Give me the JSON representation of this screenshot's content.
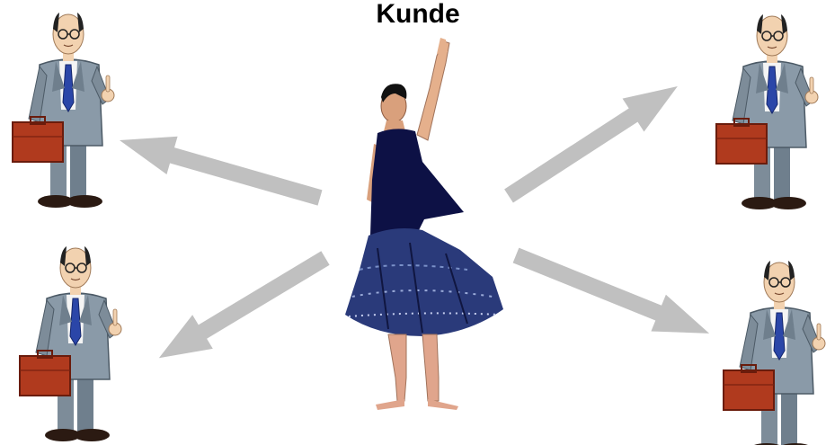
{
  "diagram": {
    "title": "Kunde",
    "colors": {
      "background": "#ffffff",
      "arrow": "#c0c0c0",
      "suit": "#8a9aa8",
      "suit_shadow": "#6f7f8d",
      "tie": "#2b46a8",
      "briefcase": "#b03a1e",
      "briefcase_dark": "#7a2210",
      "skin": "#f2d2b0",
      "dress_top": "#0d1145",
      "skirt": "#2a3a7a",
      "hair": "#111111"
    },
    "nodes": [
      {
        "role": "center",
        "icon": "dancing-customer-figure"
      },
      {
        "role": "satellite",
        "icon": "businessman-with-briefcase"
      },
      {
        "role": "satellite",
        "icon": "businessman-with-briefcase"
      },
      {
        "role": "satellite",
        "icon": "businessman-with-briefcase"
      },
      {
        "role": "satellite",
        "icon": "businessman-with-briefcase"
      }
    ],
    "arrows": [
      {
        "from": "center",
        "to": "top-left"
      },
      {
        "from": "center",
        "to": "bottom-left"
      },
      {
        "from": "center",
        "to": "top-right"
      },
      {
        "from": "center",
        "to": "bottom-right"
      }
    ]
  }
}
